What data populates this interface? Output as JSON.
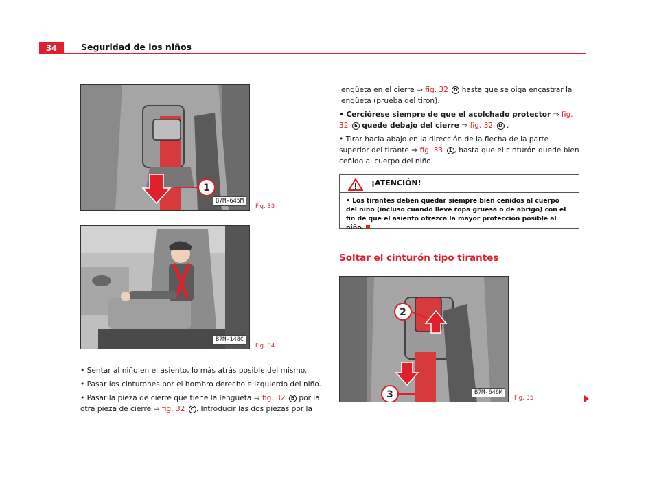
{
  "header": {
    "page_number": "34",
    "title": "Seguridad de los niños"
  },
  "figures": {
    "fig33": {
      "ref": "B7M-645M",
      "caption": "Fig. 33",
      "callout": "1"
    },
    "fig34": {
      "ref": "B7M-148C",
      "caption": "Fig. 34"
    },
    "fig35": {
      "ref": "B7M-646M",
      "caption": "Fig. 35",
      "callout_top": "2",
      "callout_bottom": "3"
    }
  },
  "left_column": {
    "b1": "• Sentar al niño en el asiento, lo más atrás posible del mismo.",
    "b2": "• Pasar los cinturones por el hombro derecho e izquierdo del niño.",
    "b3_pre": "• Pasar la pieza de cierre que tiene la lengüeta",
    "b3_ref1": "fig. 32",
    "b3_c1": "B",
    "b3_mid": "por la otra pieza de cierre",
    "b3_ref2": "fig. 32",
    "b3_c2": "C",
    "b3_post": ". Introducir las dos piezas por la"
  },
  "right_column": {
    "p1_pre": "lengüeta en el cierre",
    "p1_ref": "fig. 32",
    "p1_c": "D",
    "p1_post": "hasta que se oiga encastrar la lengüeta (prueba del tirón).",
    "p2_bold1": "• Cerciórese siempre de que el acolchado protector",
    "p2_ref1": "fig. 32",
    "p2_c1": "E",
    "p2_bold2": "quede debajo del cierre",
    "p2_ref2": "fig. 32",
    "p2_c2": "D",
    "p2_end": ".",
    "p3_pre": "• Tirar hacia abajo en la dirección de la flecha de la parte superior del tirante",
    "p3_ref": "fig. 33",
    "p3_c": "1",
    "p3_post": ", hasta que el cinturón quede bien ceñido al cuerpo del niño.",
    "arrow_glyph": "⇒"
  },
  "warning": {
    "title": "¡ATENCIÓN!",
    "text": "• Los tirantes deben quedar siempre bien ceñidos al cuerpo del niño (incluso cuando lleve ropa gruesa o de abrigo) con el fin de que el asiento ofrezca la mayor protección posible al niño."
  },
  "section": {
    "heading": "Soltar el cinturón tipo tirantes"
  },
  "colors": {
    "accent": "#e0202a"
  }
}
